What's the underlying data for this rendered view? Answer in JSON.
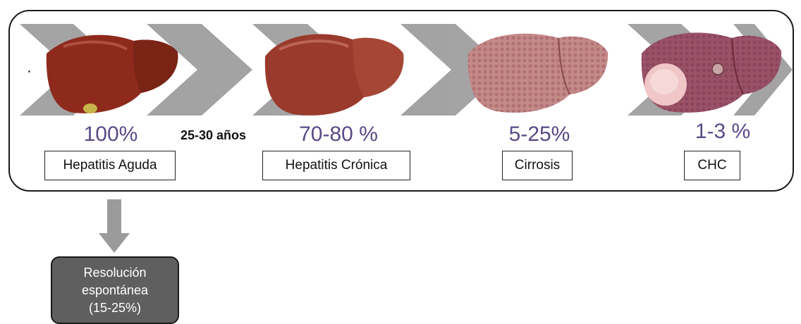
{
  "stages": [
    {
      "id": "acute",
      "percent": "100%",
      "label": "Hepatitis Aguda"
    },
    {
      "id": "chronic",
      "percent": "70-80 %",
      "label": "Hepatitis Crónica"
    },
    {
      "id": "cirrhosis",
      "percent": "5-25%",
      "label": "Cirrosis"
    },
    {
      "id": "hcc",
      "percent": "1-3 %",
      "label": "CHC"
    }
  ],
  "interval_label": "25-30 años",
  "resolution": {
    "line1": "Resolución",
    "line2": "espontánea",
    "line3": "(15-25%)"
  },
  "colors": {
    "percent_text": "#5a4a86",
    "chevron": "#9a9a9a",
    "resolution_fill": "#5f5f5f",
    "arrow": "#9b9b9b",
    "liver_healthy": "#8e2a1c",
    "liver_chronic": "#9a3a2c",
    "liver_cirrhosis": "#b97a7a",
    "liver_hcc": "#9a5268",
    "tumor": "#f0c6c6"
  }
}
